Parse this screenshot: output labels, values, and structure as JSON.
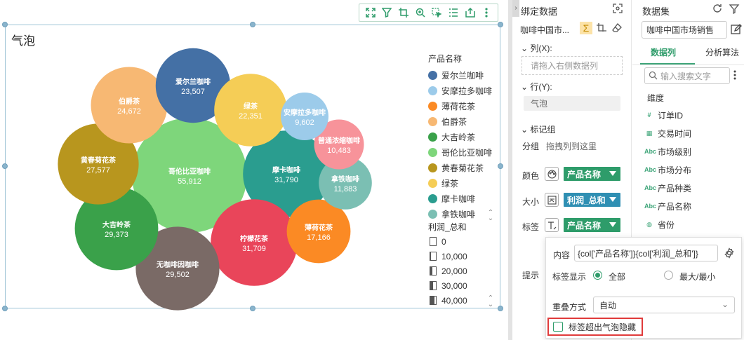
{
  "chart": {
    "title": "气泡",
    "legend_title": "产品名称",
    "size_legend_title": "利润_总和"
  },
  "chart_data": {
    "type": "bubble",
    "title": "气泡",
    "series": [
      {
        "name": "哥伦比亚咖啡",
        "value": 55912,
        "color": "#7ed67b"
      },
      {
        "name": "摩卡咖啡",
        "value": 31790,
        "color": "#2a9d8f"
      },
      {
        "name": "柠檬花茶",
        "value": 31709,
        "color": "#e9455a"
      },
      {
        "name": "无咖啡因咖啡",
        "value": 29502,
        "color": "#7a6a66"
      },
      {
        "name": "大吉岭茶",
        "value": 29373,
        "color": "#3aa14a"
      },
      {
        "name": "黄春菊花茶",
        "value": 27577,
        "color": "#b8961e"
      },
      {
        "name": "伯爵茶",
        "value": 24672,
        "color": "#f7b873"
      },
      {
        "name": "爱尔兰咖啡",
        "value": 23507,
        "color": "#4470a5"
      },
      {
        "name": "绿茶",
        "value": 22351,
        "color": "#f5cd56"
      },
      {
        "name": "薄荷花茶",
        "value": 17166,
        "color": "#fb8a24"
      },
      {
        "name": "拿铁咖啡",
        "value": 11883,
        "color": "#7bbfb3"
      },
      {
        "name": "普通浓缩咖啡",
        "value": 10483,
        "color": "#f7939a"
      },
      {
        "name": "安摩拉多咖啡",
        "value": 9602,
        "color": "#9ccbea"
      }
    ],
    "legend": [
      "爱尔兰咖啡",
      "安摩拉多咖啡",
      "薄荷花茶",
      "伯爵茶",
      "大吉岭茶",
      "哥伦比亚咖啡",
      "黄春菊花茶",
      "绿茶",
      "摩卡咖啡",
      "拿铁咖啡"
    ],
    "size_legend": [
      0,
      10000,
      20000,
      30000,
      40000
    ]
  },
  "legend_colors": {
    "爱尔兰咖啡": "#4470a5",
    "安摩拉多咖啡": "#9ccbea",
    "薄荷花茶": "#fb8a24",
    "伯爵茶": "#f7b873",
    "大吉岭茶": "#3aa14a",
    "哥伦比亚咖啡": "#7ed67b",
    "黄春菊花茶": "#b8961e",
    "绿茶": "#f5cd56",
    "摩卡咖啡": "#2a9d8f",
    "拿铁咖啡": "#7bbfb3"
  },
  "toolbar": {
    "icons": [
      "fullscreen-icon",
      "filter-icon",
      "crop-icon",
      "zoom-icon",
      "select-icon",
      "list-icon",
      "export-icon",
      "more-icon"
    ]
  },
  "bind": {
    "header": "绑定数据",
    "dataset_short": "咖啡中国市...",
    "columns_title": "列(X):",
    "columns_placeholder": "请拖入右侧数据列",
    "rows_title": "行(Y):",
    "rows_value": "气泡",
    "mark_group_title": "标记组",
    "group_label": "分组",
    "group_placeholder": "拖拽列到这里",
    "color_label": "颜色",
    "color_field": "产品名称",
    "color_field_color": "#2e9c6a",
    "size_label": "大小",
    "size_field": "利润_总和",
    "size_field_color": "#2f8fb3",
    "label_label": "标签",
    "label_field": "产品名称",
    "label_field_color": "#2e9c6a",
    "tooltip_label": "提示"
  },
  "dataset": {
    "header": "数据集",
    "select_value": "咖啡中国市场销售",
    "tab_columns": "数据列",
    "tab_algorithms": "分析算法",
    "search_placeholder": "输入搜索文字",
    "group_dimension": "维度",
    "fields": [
      {
        "icon": "#",
        "label": "订单ID"
      },
      {
        "icon": "▦",
        "label": "交易时间"
      },
      {
        "icon": "Abc",
        "label": "市场级别"
      },
      {
        "icon": "Abc",
        "label": "市场分布"
      },
      {
        "icon": "Abc",
        "label": "产品种类"
      },
      {
        "icon": "Abc",
        "label": "产品名称"
      },
      {
        "icon": "◍",
        "label": "省份"
      }
    ]
  },
  "popover": {
    "content_label": "内容",
    "content_value": "{col['产品名称']}{col['利润_总和']}",
    "display_label": "标签显示",
    "option_all": "全部",
    "option_maxmin": "最大/最小",
    "overlap_label": "重叠方式",
    "overlap_value": "自动",
    "hide_label": "标签超出气泡隐藏"
  }
}
